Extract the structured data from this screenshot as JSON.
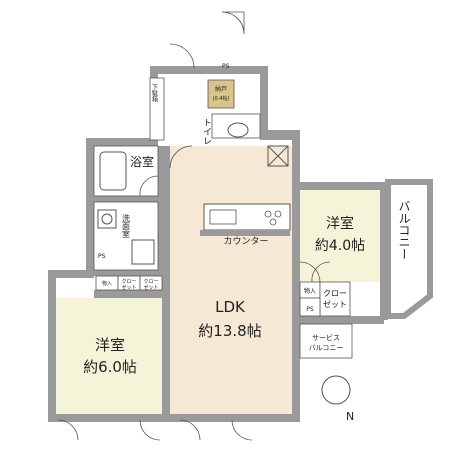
{
  "rooms": {
    "ldk": {
      "name": "LDK",
      "size": "約13.8帖"
    },
    "western_a": {
      "name": "洋室",
      "size": "約6.0帖"
    },
    "western_b": {
      "name": "洋室",
      "size": "約4.0帖"
    }
  },
  "labels": {
    "bath": "浴室",
    "washroom": "洗面室",
    "toilet": "トイレ",
    "counter": "カウンター",
    "balcony": "バルコニー",
    "service_balcony_1": "サービス",
    "service_balcony_2": "バルコニー",
    "closet_1": "クロー",
    "closet_2": "ゼット",
    "storage": "物入",
    "ps": "PS",
    "shoe_box": "下駄箱",
    "storage_small": "物入",
    "closet_small_a": "クロー ゼット",
    "closet_small_b": "クロー ゼット",
    "storage_label": "物入",
    "closet_small": "クロー",
    "closet_small2": "ゼット",
    "kitchen_storage_1": "納戸",
    "kitchen_storage_2": "(0.4帖)",
    "north": "N"
  },
  "colors": {
    "wall": "#9a9a9a",
    "wall_dark": "#7a7a7a",
    "ldk_floor": "#f5e9d6",
    "room_floor": "#f6f4d8",
    "wet_floor": "#ffffff",
    "line": "#555555",
    "storage_fill": "#d9c48a"
  }
}
